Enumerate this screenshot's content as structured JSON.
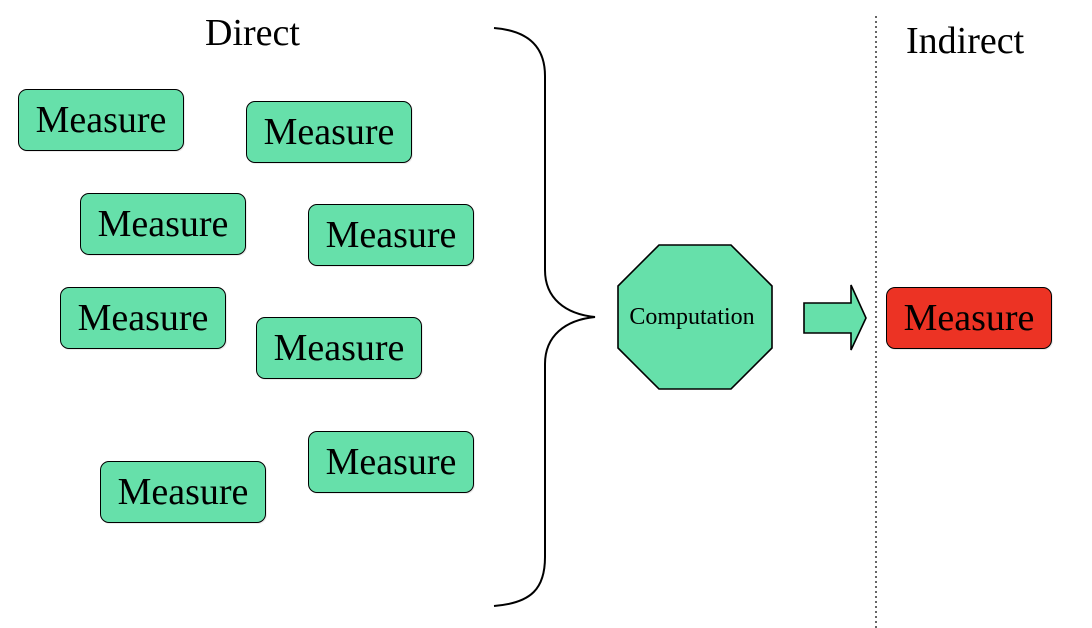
{
  "labels": {
    "direct": "Direct",
    "indirect": "Indirect"
  },
  "direct_measures": [
    "Measure",
    "Measure",
    "Measure",
    "Measure",
    "Measure",
    "Measure",
    "Measure",
    "Measure"
  ],
  "process": {
    "label": "Computation",
    "shape": "octagon"
  },
  "indirect_measure": "Measure",
  "colors": {
    "direct_fill": "#66e0aa",
    "indirect_fill": "#ec3324",
    "outline": "#000000"
  }
}
